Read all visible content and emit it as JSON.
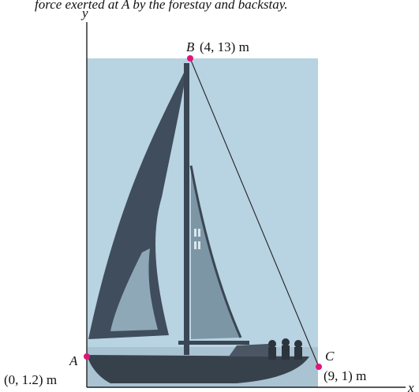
{
  "caption_fragment": "force exerted at A by the forestay and backstay.",
  "axes": {
    "x_label": "x",
    "y_label": "y"
  },
  "points": {
    "A": {
      "name": "A",
      "coords": "(0, 1.2) m"
    },
    "B": {
      "name": "B",
      "coords": "(4, 13) m"
    },
    "C": {
      "name": "C",
      "coords": "(9, 1) m"
    }
  },
  "photo": {
    "subject": "sailboat",
    "sky_color": "#b8d3e2",
    "sail_color": "#3f4d5c",
    "hull_color": "#37414c"
  },
  "colors": {
    "point_marker": "#e0157a",
    "line": "#222222",
    "axis": "#222222"
  }
}
